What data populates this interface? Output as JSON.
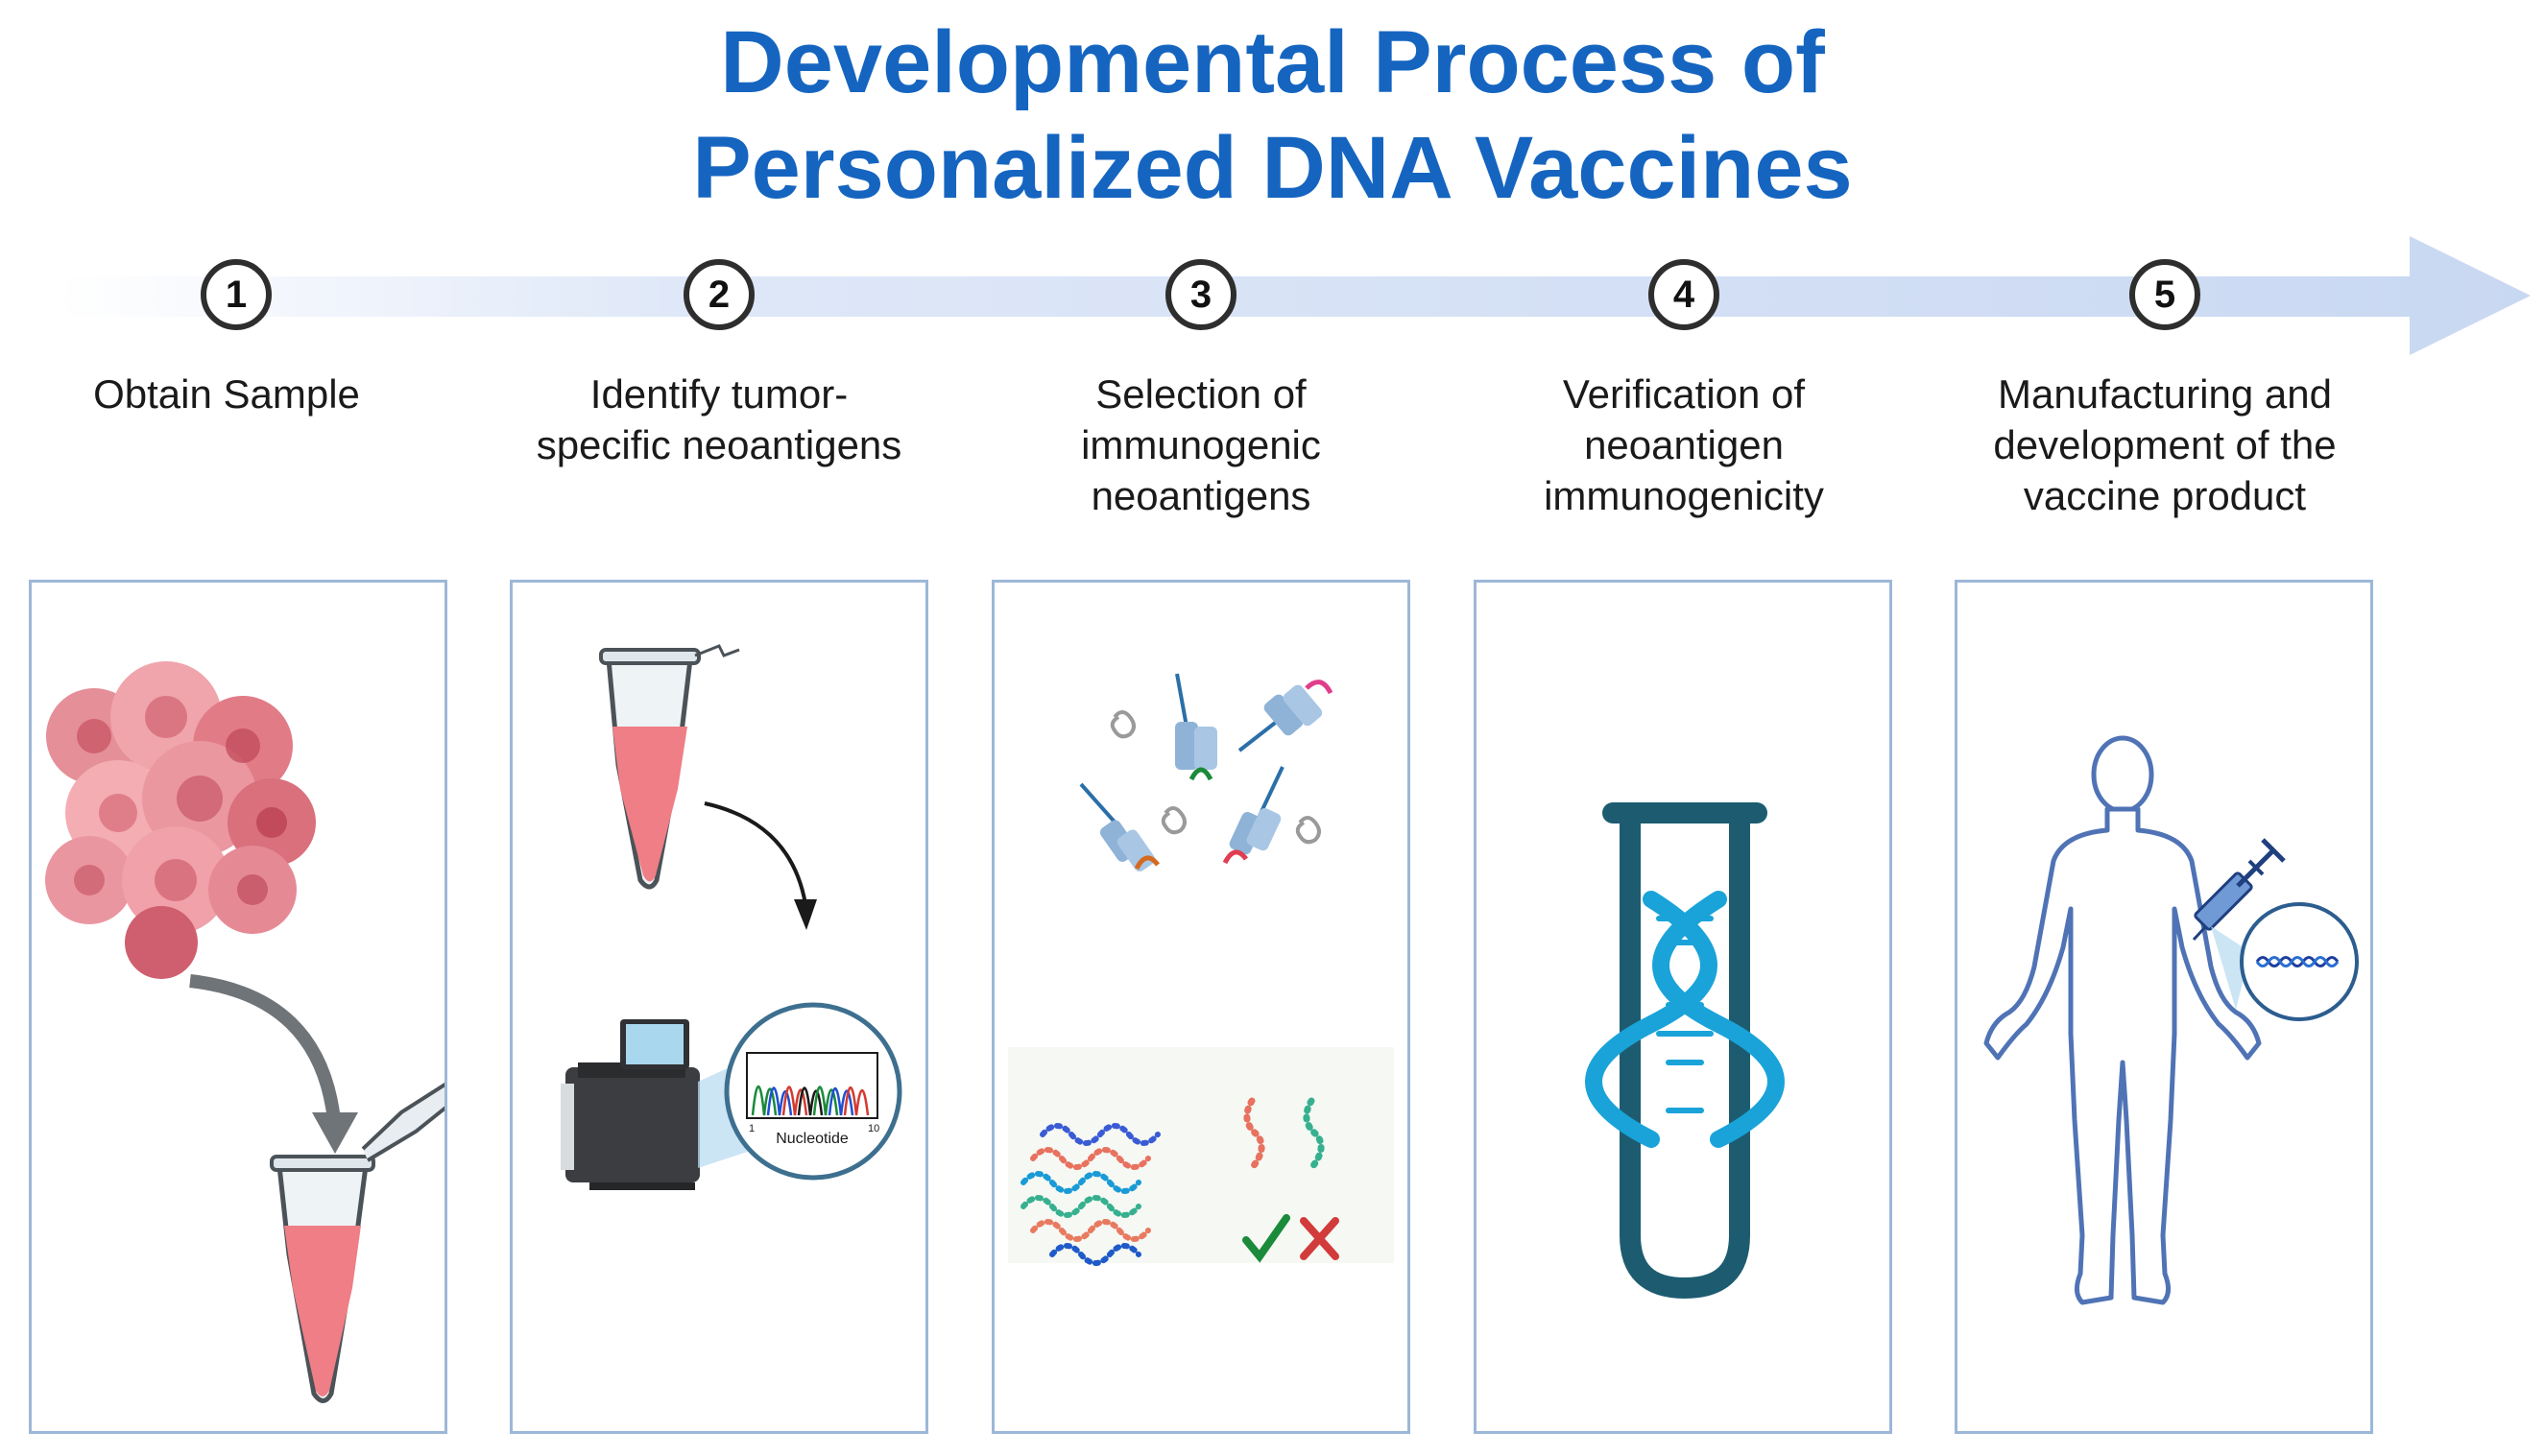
{
  "title": {
    "line1": "Developmental Process of",
    "line2": "Personalized DNA Vaccines"
  },
  "colors": {
    "title": "#1565c0",
    "arrow": "#c9d8f2",
    "panel_border": "#9cb7d8",
    "dna": "#1aa3d9",
    "tube": "#1d5c70"
  },
  "steps": [
    {
      "number": "1",
      "lines": [
        "Obtain Sample"
      ]
    },
    {
      "number": "2",
      "lines": [
        "Identify tumor-",
        "specific neoantigens"
      ]
    },
    {
      "number": "3",
      "lines": [
        "Selection of",
        "immunogenic",
        "neoantigens"
      ]
    },
    {
      "number": "4",
      "lines": [
        "Verification of",
        "neoantigen",
        "immunogenicity"
      ]
    },
    {
      "number": "5",
      "lines": [
        "Manufacturing and",
        "development of the",
        "vaccine product"
      ]
    }
  ],
  "panels": {
    "p1": {
      "icons": [
        "tumor-cells-icon",
        "curved-arrow-icon",
        "sample-tube-icon"
      ]
    },
    "p2": {
      "icons": [
        "sample-tube-icon",
        "curved-arrow-icon",
        "sequencer-icon",
        "chromatogram-icon"
      ],
      "chromatogram_label": "Nucleotide",
      "axis_start": "1",
      "axis_end": "10"
    },
    "p3": {
      "icons": [
        "receptor-icon",
        "peptide-icon",
        "check-icon",
        "cross-icon"
      ]
    },
    "p4": {
      "icons": [
        "test-tube-icon",
        "dna-helix-icon"
      ]
    },
    "p5": {
      "icons": [
        "human-body-icon",
        "syringe-icon",
        "dna-zoom-icon"
      ]
    }
  }
}
